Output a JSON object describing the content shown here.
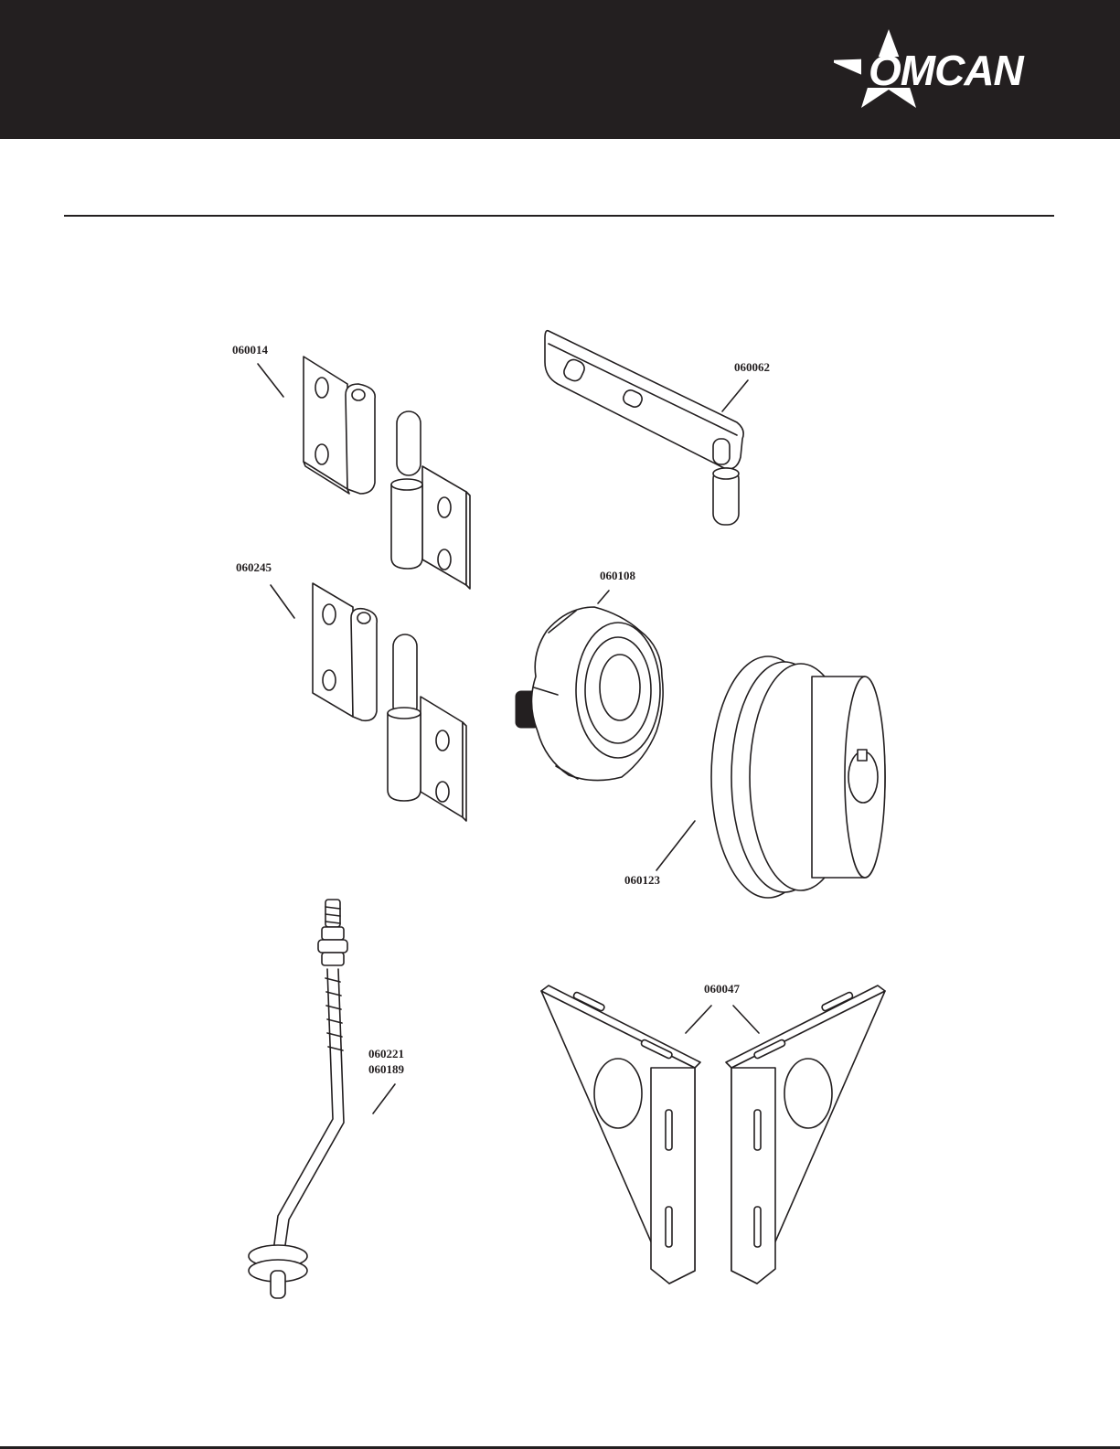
{
  "header": {
    "brand": "OMCAN"
  },
  "parts": [
    {
      "id": "hinge-top",
      "code": "060014"
    },
    {
      "id": "bracket-arm",
      "code": "060062"
    },
    {
      "id": "hinge-bottom",
      "code": "060245"
    },
    {
      "id": "knob",
      "code": "060108"
    },
    {
      "id": "pulley",
      "code": "060123"
    },
    {
      "id": "rod-a",
      "code": "060221"
    },
    {
      "id": "rod-b",
      "code": "060189"
    },
    {
      "id": "corner-brackets",
      "code": "060047"
    }
  ],
  "colors": {
    "header_bg": "#231f20",
    "text": "#231f20",
    "background": "#ffffff"
  }
}
